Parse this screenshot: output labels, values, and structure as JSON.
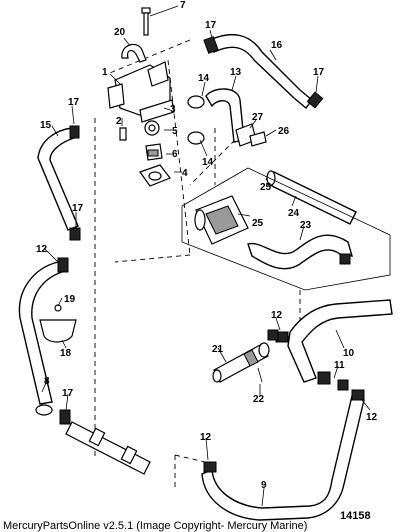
{
  "diagram": {
    "drawing_number": "14158",
    "caption": "MercuryPartsOnline v2.5.1 (Image Copyright- Mercury Marine)",
    "callouts": [
      "7",
      "20",
      "17",
      "16",
      "1",
      "14",
      "13",
      "17",
      "17",
      "2",
      "3",
      "5",
      "27",
      "26",
      "15",
      "6",
      "14",
      "4",
      "25",
      "24",
      "17",
      "25",
      "23",
      "12",
      "19",
      "18",
      "12",
      "10",
      "21",
      "8",
      "17",
      "11",
      "22",
      "12",
      "12",
      "9"
    ]
  }
}
